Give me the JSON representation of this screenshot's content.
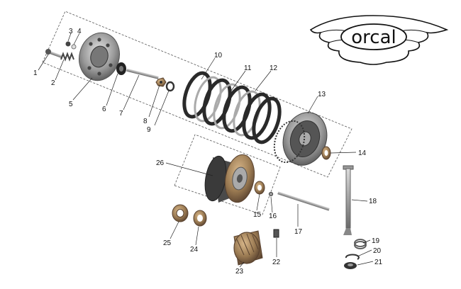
{
  "brand": {
    "logo_text": "orcal"
  },
  "callouts": [
    {
      "id": "1",
      "label": "1"
    },
    {
      "id": "2",
      "label": "2"
    },
    {
      "id": "3",
      "label": "3"
    },
    {
      "id": "4",
      "label": "4"
    },
    {
      "id": "5",
      "label": "5"
    },
    {
      "id": "6",
      "label": "6"
    },
    {
      "id": "7",
      "label": "7"
    },
    {
      "id": "8",
      "label": "8"
    },
    {
      "id": "9",
      "label": "9"
    },
    {
      "id": "10",
      "label": "10"
    },
    {
      "id": "11",
      "label": "11"
    },
    {
      "id": "12",
      "label": "12"
    },
    {
      "id": "13",
      "label": "13"
    },
    {
      "id": "14",
      "label": "14"
    },
    {
      "id": "15",
      "label": "15"
    },
    {
      "id": "16",
      "label": "16"
    },
    {
      "id": "17",
      "label": "17"
    },
    {
      "id": "18",
      "label": "18"
    },
    {
      "id": "19",
      "label": "19"
    },
    {
      "id": "20",
      "label": "20"
    },
    {
      "id": "21",
      "label": "21"
    },
    {
      "id": "22",
      "label": "22"
    },
    {
      "id": "23",
      "label": "23"
    },
    {
      "id": "24",
      "label": "24"
    },
    {
      "id": "25",
      "label": "25"
    },
    {
      "id": "26",
      "label": "26"
    }
  ],
  "colors": {
    "metal_dark": "#3a3a3a",
    "metal_mid": "#8a8a8a",
    "metal_light": "#cfcfcf",
    "bronze": "#8a6a45",
    "line": "#222222"
  }
}
